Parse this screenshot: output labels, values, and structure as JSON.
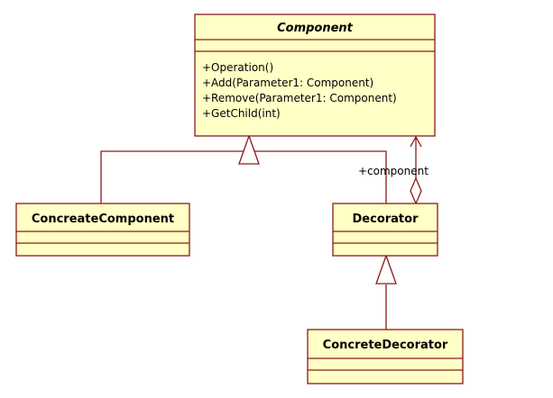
{
  "classes": {
    "component": {
      "name": "Component",
      "operations": [
        "+Operation()",
        "+Add(Parameter1: Component)",
        "+Remove(Parameter1: Component)",
        "+GetChild(int)"
      ]
    },
    "concreate_component": {
      "name": "ConcreateComponent"
    },
    "decorator": {
      "name": "Decorator"
    },
    "concrete_decorator": {
      "name": "ConcreteDecorator"
    }
  },
  "association": {
    "role": "+component"
  },
  "colors": {
    "class_fill": "#ffffc6",
    "line": "#8a1a1a"
  }
}
